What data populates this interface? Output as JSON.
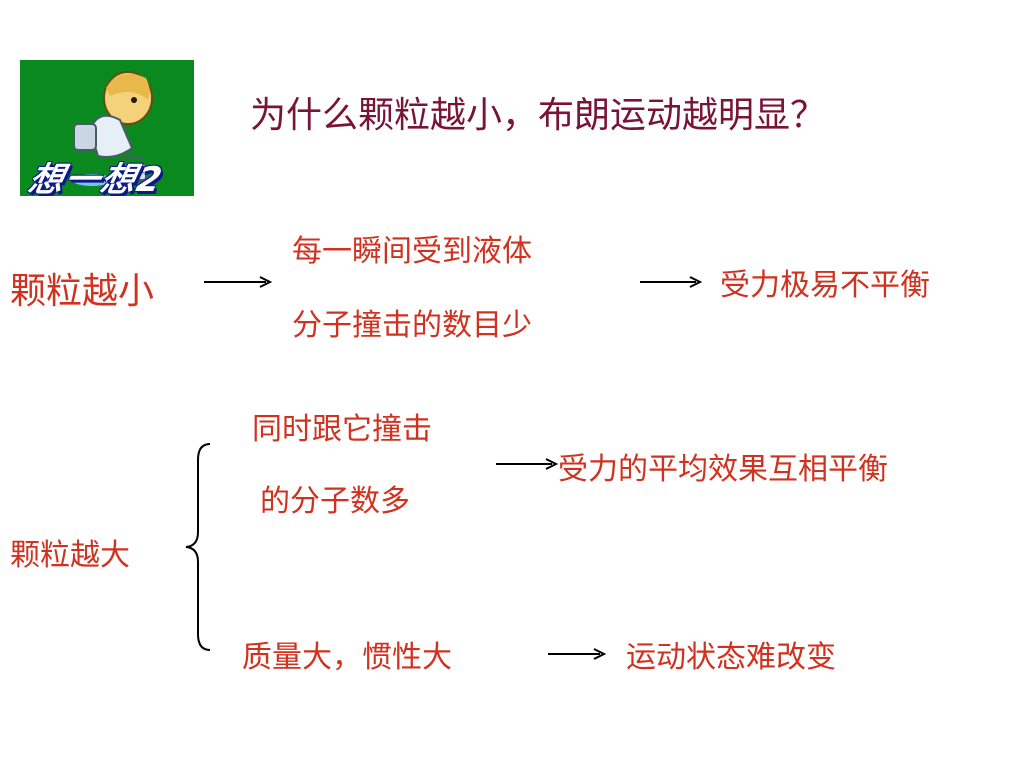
{
  "badge": {
    "text": "想一想2"
  },
  "title": "为什么颗粒越小，布朗运动越明显？",
  "small": {
    "label": "颗粒越小",
    "cause_line1": "每一瞬间受到液体",
    "cause_line2": "分子撞击的数目少",
    "effect": "受力极易不平衡"
  },
  "large": {
    "label": "颗粒越大",
    "cause1_line1": "同时跟它撞击",
    "cause1_line2": "的分子数多",
    "effect1": "受力的平均效果互相平衡",
    "cause2": "质量大，惯性大",
    "effect2": "运动状态难改变"
  },
  "colors": {
    "text": "#d0321f",
    "title": "#7a1436",
    "badge_bg": "#0a8a1e"
  }
}
